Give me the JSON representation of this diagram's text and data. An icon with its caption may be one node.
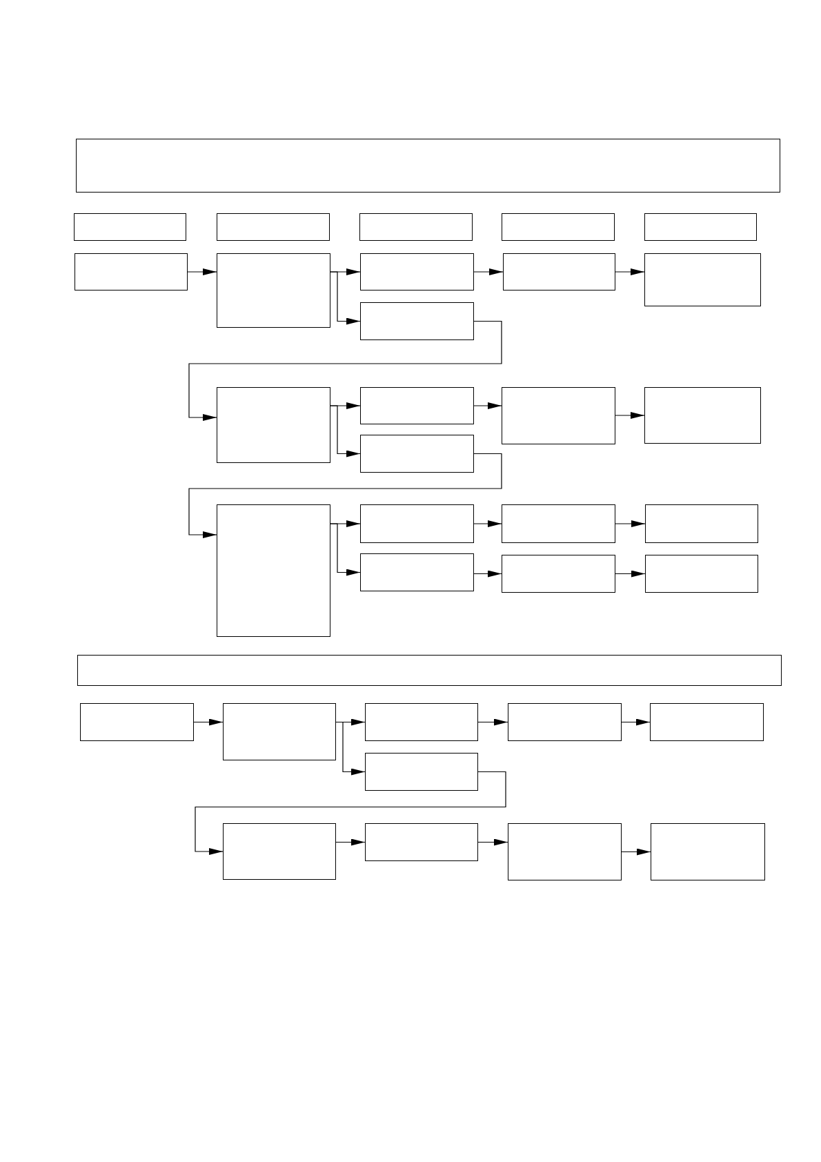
{
  "diagram": {
    "nodes": [
      {
        "text": [],
        "shape": "box"
      },
      {
        "text": [],
        "shape": "box"
      },
      {
        "text": [],
        "shape": "box"
      },
      {
        "text": [],
        "shape": "box"
      },
      {
        "text": [],
        "shape": "box"
      },
      {
        "text": [],
        "shape": "box"
      },
      {
        "text": [],
        "shape": "box"
      },
      {
        "text": [],
        "shape": "box"
      },
      {
        "text": [],
        "shape": "box"
      },
      {
        "text": [],
        "shape": "box"
      },
      {
        "text": [],
        "shape": "box"
      },
      {
        "text": [],
        "shape": "box"
      },
      {
        "text": [],
        "shape": "box"
      },
      {
        "text": [],
        "shape": "box"
      },
      {
        "text": [],
        "shape": "box"
      },
      {
        "text": [],
        "shape": "box"
      },
      {
        "text": [],
        "shape": "box"
      },
      {
        "text": [],
        "shape": "box"
      },
      {
        "text": [],
        "shape": "box"
      },
      {
        "text": [],
        "shape": "box"
      },
      {
        "text": [],
        "shape": "box"
      },
      {
        "text": [],
        "shape": "box"
      },
      {
        "text": [],
        "shape": "box"
      },
      {
        "text": [],
        "shape": "box"
      },
      {
        "text": [],
        "shape": "box"
      },
      {
        "text": [],
        "shape": "box"
      },
      {
        "text": [],
        "shape": "box"
      },
      {
        "text": [],
        "shape": "box"
      },
      {
        "text": [],
        "shape": "box"
      },
      {
        "text": [],
        "shape": "box"
      },
      {
        "text": [],
        "shape": "box"
      },
      {
        "text": [],
        "shape": "box"
      },
      {
        "text": [],
        "shape": "box"
      },
      {
        "text": [],
        "shape": "box"
      },
      {
        "text": [],
        "shape": "box"
      }
    ],
    "edges": [
      {
        "from": 6,
        "to": 7,
        "arrow": "to"
      },
      {
        "from": 7,
        "to": 8,
        "arrow": "to"
      },
      {
        "from": 7,
        "to": 9,
        "arrow": "to"
      },
      {
        "from": 8,
        "to": 10,
        "arrow": "to"
      },
      {
        "from": 10,
        "to": 11,
        "arrow": "to"
      },
      {
        "from": 9,
        "to": 12,
        "arrow": "to"
      },
      {
        "from": 12,
        "to": 13,
        "arrow": "to"
      },
      {
        "from": 12,
        "to": 14,
        "arrow": "to"
      },
      {
        "from": 13,
        "to": 15,
        "arrow": "to"
      },
      {
        "from": 15,
        "to": 16,
        "arrow": "to"
      },
      {
        "from": 14,
        "to": 17,
        "arrow": "to"
      },
      {
        "from": 17,
        "to": 18,
        "arrow": "to"
      },
      {
        "from": 17,
        "to": 19,
        "arrow": "to"
      },
      {
        "from": 18,
        "to": 20,
        "arrow": "to"
      },
      {
        "from": 20,
        "to": 22,
        "arrow": "to"
      },
      {
        "from": 19,
        "to": 21,
        "arrow": "to"
      },
      {
        "from": 21,
        "to": 23,
        "arrow": "to"
      },
      {
        "from": 25,
        "to": 26,
        "arrow": "to"
      },
      {
        "from": 26,
        "to": 27,
        "arrow": "to"
      },
      {
        "from": 26,
        "to": 30,
        "arrow": "to"
      },
      {
        "from": 27,
        "to": 28,
        "arrow": "to"
      },
      {
        "from": 28,
        "to": 29,
        "arrow": "to"
      },
      {
        "from": 30,
        "to": 31,
        "arrow": "to"
      },
      {
        "from": 31,
        "to": 32,
        "arrow": "to"
      },
      {
        "from": 32,
        "to": 33,
        "arrow": "to"
      },
      {
        "from": 33,
        "to": 34,
        "arrow": "to"
      }
    ]
  }
}
